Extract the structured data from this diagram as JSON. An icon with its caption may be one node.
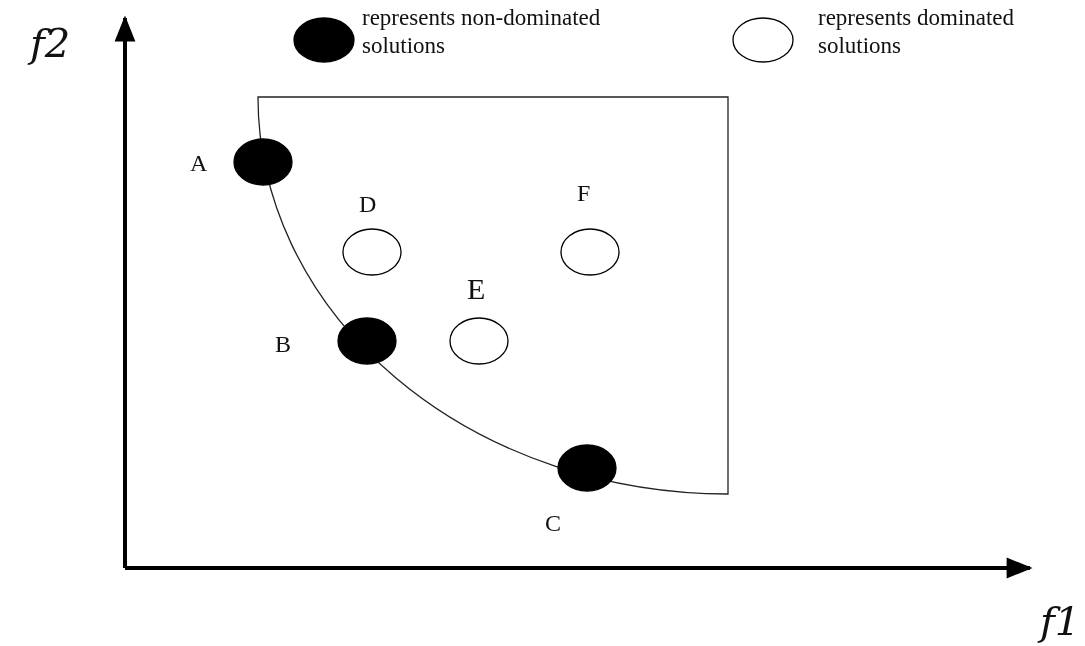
{
  "diagram": {
    "nodes": [
      {
        "text": [],
        "shape": "circle",
        "beside": [
          "A"
        ]
      },
      {
        "text": [],
        "shape": "circle",
        "beside": [
          "D"
        ]
      },
      {
        "text": [],
        "shape": "circle",
        "beside": [
          "F"
        ]
      },
      {
        "text": [],
        "shape": "circle",
        "beside": [
          "B"
        ]
      },
      {
        "text": [],
        "shape": "circle",
        "beside": [
          "E"
        ]
      },
      {
        "text": [],
        "shape": "circle",
        "beside": [
          "C"
        ]
      }
    ],
    "labels": [
      "f2",
      "f1"
    ],
    "legend": [
      {
        "text": "represents non-dominated solutions",
        "color": "#000000"
      },
      {
        "text": "represents dominated solutions"
      }
    ]
  }
}
